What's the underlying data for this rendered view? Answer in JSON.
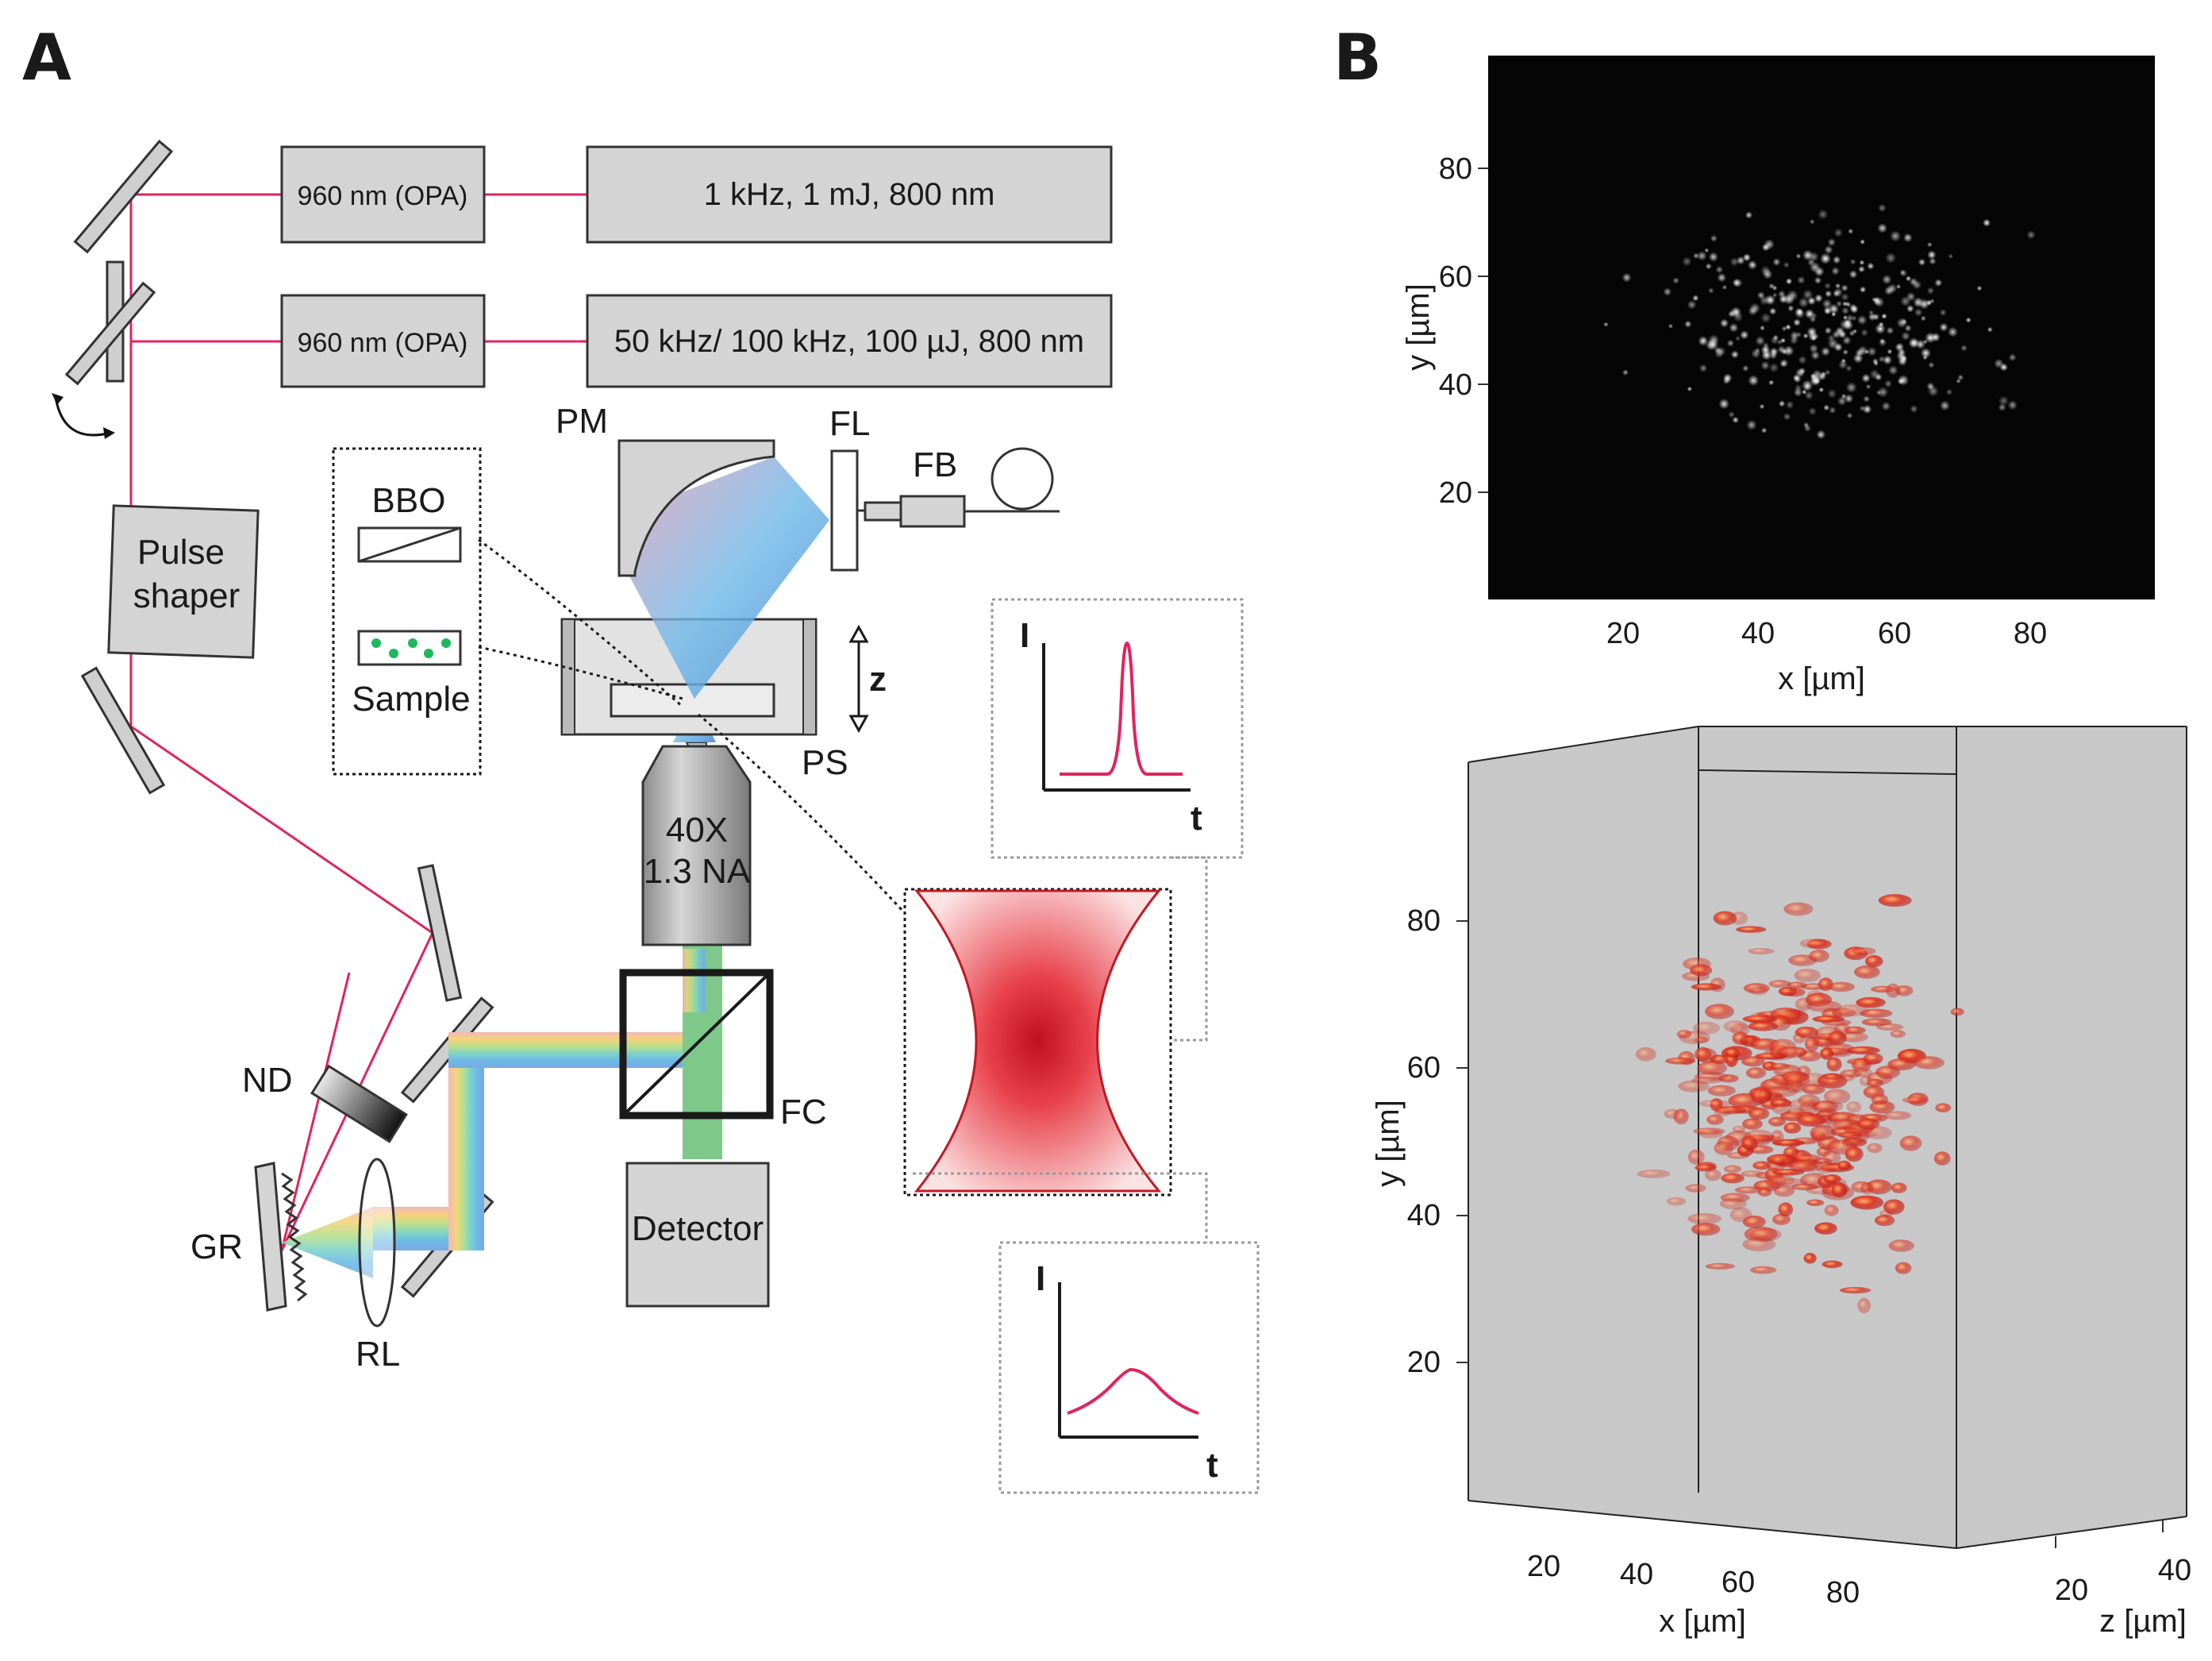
{
  "panels": {
    "a": "A",
    "b": "B"
  },
  "laser_sources": [
    {
      "opa": "960 nm (OPA)",
      "laser": "1 kHz, 1 mJ, 800 nm"
    },
    {
      "opa": "960 nm (OPA)",
      "laser": "50 kHz/ 100 kHz, 100 µJ, 800 nm"
    }
  ],
  "components": {
    "pulse_shaper": [
      "Pulse",
      "shaper"
    ],
    "pm": "PM",
    "fl": "FL",
    "fb": "FB",
    "bbo": "BBO",
    "sample": "Sample",
    "z": "z",
    "ps": "PS",
    "objective": [
      "40X",
      "1.3 NA"
    ],
    "fc": "FC",
    "detector": "Detector",
    "nd": "ND",
    "gr": "GR",
    "rl": "RL"
  },
  "inset_short_pulse": {
    "ylabel": "I",
    "xlabel": "t"
  },
  "inset_long_pulse": {
    "ylabel": "I",
    "xlabel": "t"
  },
  "image_2d": {
    "xticks": [
      "20",
      "40",
      "60",
      "80"
    ],
    "yticks": [
      "80",
      "60",
      "40",
      "20"
    ],
    "xlabel": "x [µm]",
    "ylabel": "y [µm]"
  },
  "image_3d": {
    "yticks": [
      "80",
      "60",
      "40",
      "20"
    ],
    "xticks": [
      "20",
      "40",
      "60",
      "80"
    ],
    "zticks": [
      "20",
      "40"
    ],
    "xlabel": "x [µm]",
    "ylabel": "y [µm]",
    "zlabel": "z [µm]"
  },
  "colors": {
    "beam": "#e0245e",
    "box_fill": "#d4d4d4",
    "image_bg": "#050505",
    "volume_bg": "#c8c8c8",
    "blob": "#d62a1e"
  }
}
